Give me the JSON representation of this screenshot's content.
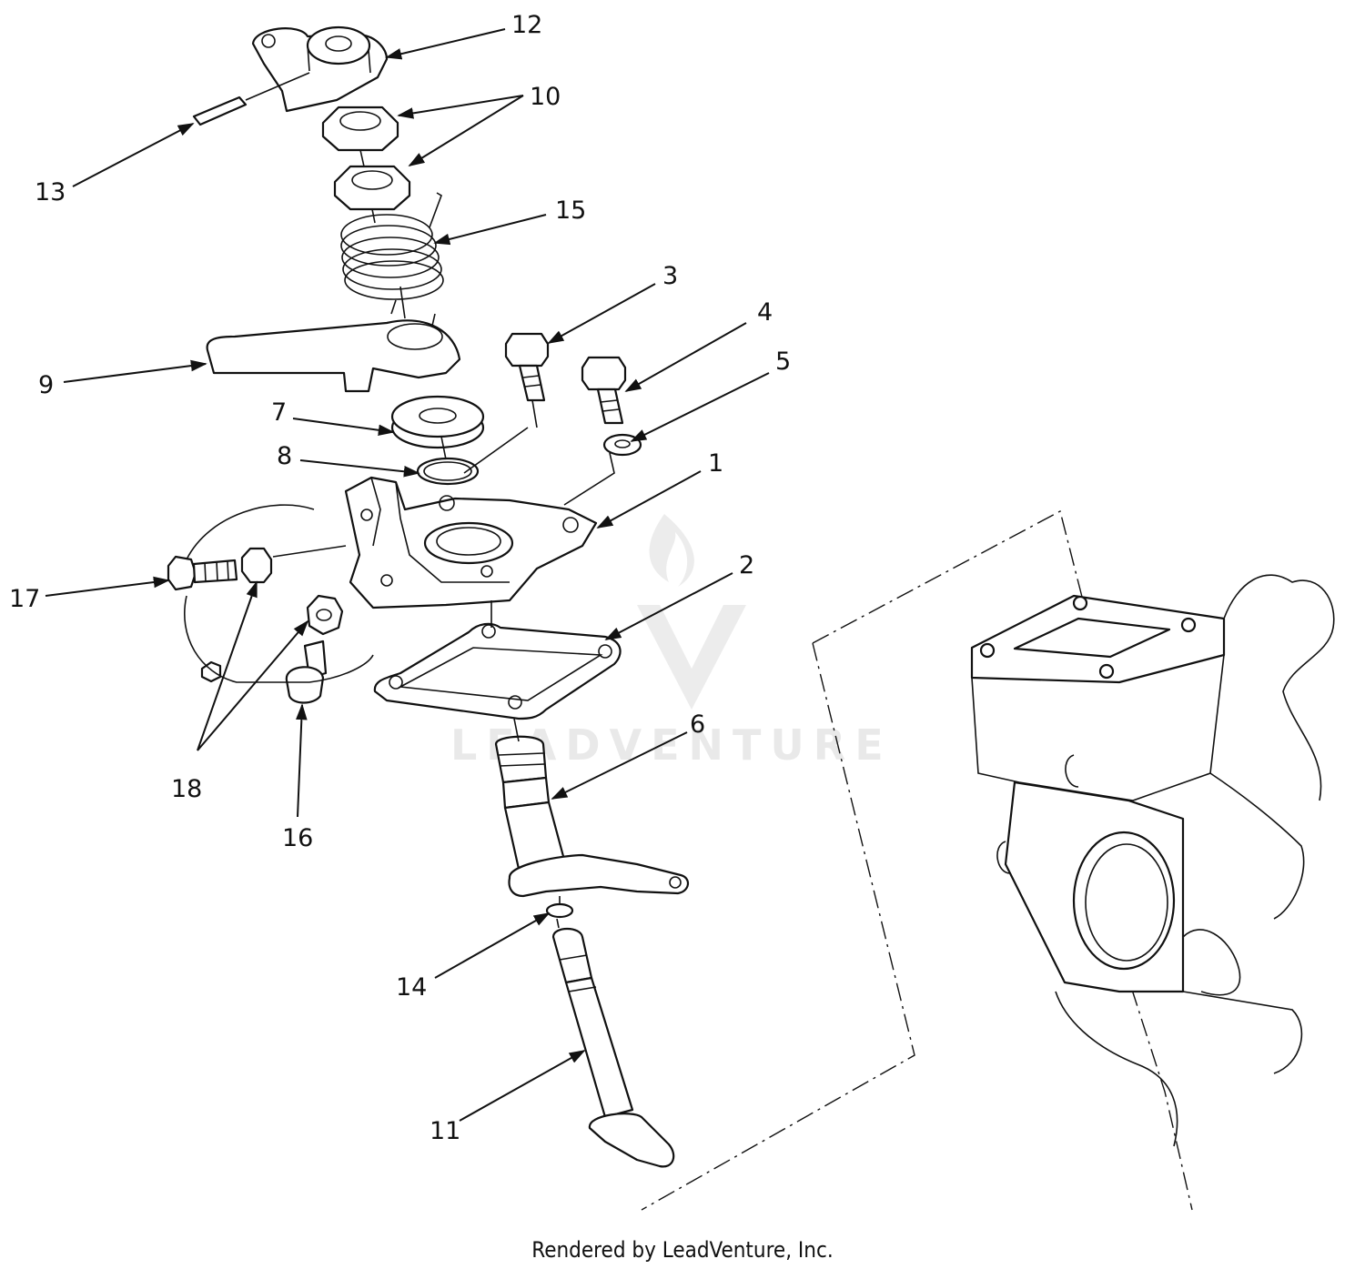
{
  "diagram": {
    "callouts": [
      "1",
      "2",
      "3",
      "4",
      "5",
      "6",
      "7",
      "8",
      "9",
      "10",
      "11",
      "12",
      "13",
      "14",
      "15",
      "16",
      "17",
      "18"
    ],
    "watermark": "LEADVENTURE",
    "footer": "Rendered by LeadVenture, Inc."
  }
}
